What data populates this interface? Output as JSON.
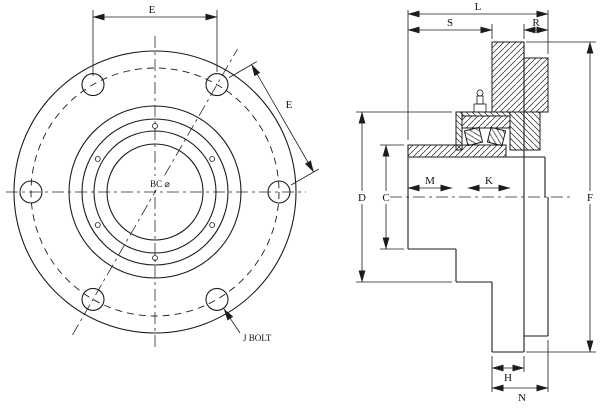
{
  "drawing": {
    "background": "#ffffff",
    "line_color": "#1c1c1c",
    "front_view": {
      "dim_e_top": "E",
      "dim_e_diag": "E",
      "bolt_circle_label": "BC ⌀",
      "bolt_callout": "J BOLT"
    },
    "side_view": {
      "dim_l": "L",
      "dim_s": "S",
      "dim_r": "R",
      "dim_d": "D",
      "dim_c": "C",
      "dim_m": "M",
      "dim_k": "K",
      "dim_f": "F",
      "dim_h": "H",
      "dim_n": "N"
    }
  }
}
